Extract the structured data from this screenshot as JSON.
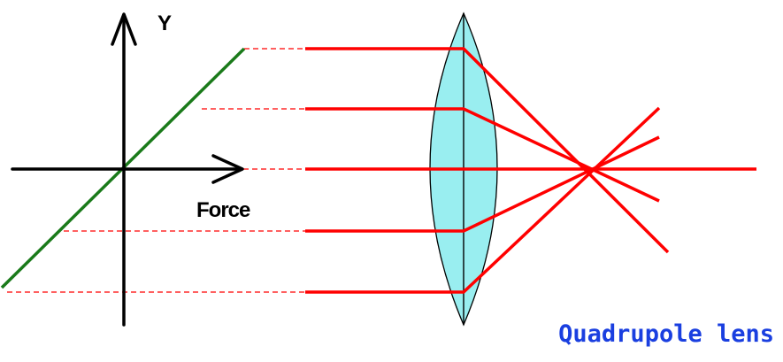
{
  "diagram": {
    "y_axis_label": "Y",
    "x_axis_label": "Force",
    "caption": "Quadrupole lens",
    "colors": {
      "axes": "#000000",
      "force_line": "#1a7a1a",
      "rays": "#ff0000",
      "guides": "#ff0000",
      "lens_fill": "#99eef0",
      "lens_outline": "#000000",
      "caption": "#1a3fe0"
    }
  }
}
